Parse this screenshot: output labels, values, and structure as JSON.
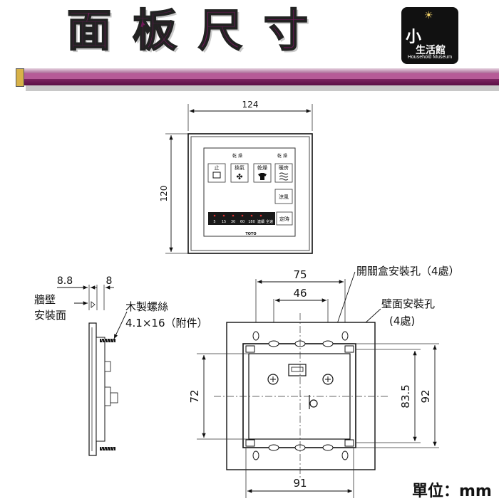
{
  "title": "面板尺寸",
  "logo": {
    "small": "小",
    "big": "",
    "zh": "生活館",
    "en": "Household Museum"
  },
  "front_view": {
    "width_label": "124",
    "height_label": "120",
    "group_left": "乾 燥",
    "group_right": "乾 燥",
    "buttons": {
      "stop": "止",
      "ventilate": "換氣",
      "dry": "乾燥",
      "heat": "暖房",
      "cool": "涼風",
      "timer": "定時"
    },
    "timer_values": [
      "5",
      "15",
      "30",
      "60",
      "180",
      "連續",
      "全速"
    ],
    "brand": "TOTO"
  },
  "side_view": {
    "dim_left": "8.8",
    "dim_right": "8",
    "wall_label_1": "牆壁",
    "wall_label_2": "安裝面",
    "screw_label_1": "木製螺絲",
    "screw_label_2": "4.1×16（附件）"
  },
  "back_view": {
    "dim_75": "75",
    "dim_46": "46",
    "dim_72": "72",
    "dim_835": "83.5",
    "dim_92": "92",
    "dim_91": "91",
    "switch_box_hole_label": "開關盒安裝孔（4處）",
    "wall_hole_label_1": "壁面安裝孔",
    "wall_hole_label_2": "(4處)"
  },
  "unit_label": "單位：mm"
}
